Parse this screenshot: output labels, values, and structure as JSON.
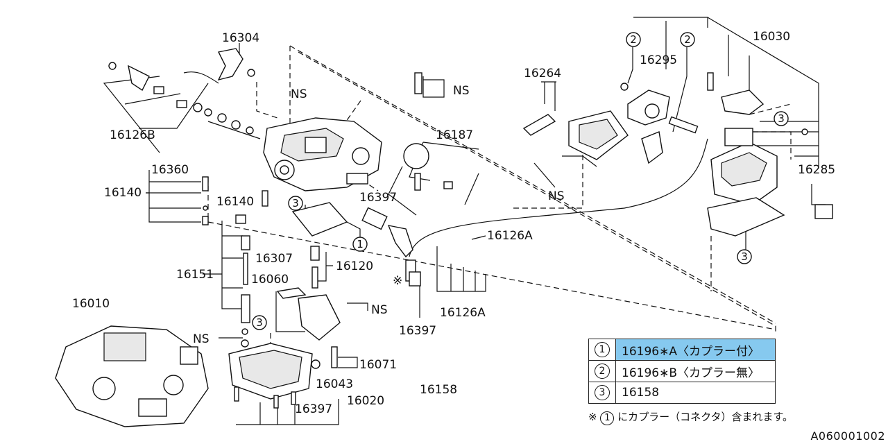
{
  "labels": {
    "p16304": "16304",
    "p16126B": "16126B",
    "p16360": "16360",
    "p16140a": "16140",
    "p16140b": "16140",
    "p16151": "16151",
    "p16307": "16307",
    "p16060": "16060",
    "p16120": "16120",
    "p16010": "16010",
    "p16071": "16071",
    "p16043": "16043",
    "p16020": "16020",
    "p16397a": "16397",
    "p16397b": "16397",
    "p16397c": "16397",
    "p16158": "16158",
    "p16187": "16187",
    "p16264": "16264",
    "p16295": "16295",
    "p16030": "16030",
    "p16285": "16285",
    "p16126Aa": "16126A",
    "p16126Ab": "16126A",
    "ns1": "NS",
    "ns2": "NS",
    "ns3": "NS",
    "ns4": "NS",
    "ns5": "NS",
    "mark": "※"
  },
  "callouts": {
    "c1": "1",
    "c2a": "2",
    "c2b": "2",
    "c3a": "3",
    "c3b": "3",
    "c3c": "3",
    "c3d": "3"
  },
  "legend": [
    {
      "num": "1",
      "text": "16196∗A〈カプラー付〉",
      "selected": true
    },
    {
      "num": "2",
      "text": "16196∗B〈カプラー無〉",
      "selected": false
    },
    {
      "num": "3",
      "text": "16158",
      "selected": false
    }
  ],
  "note": {
    "mark": "※",
    "num": "1",
    "text": "にカプラー（コネクタ）含まれます。"
  },
  "drawing_code": "A060001002"
}
